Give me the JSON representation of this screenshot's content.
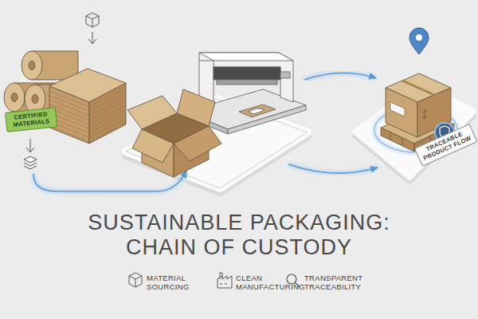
{
  "diagram": {
    "title": "SUSTAINABLE PACKAGING: CHAIN OF CUSTODY",
    "nodes": [
      {
        "text": [
          "CERTIFIED MATERIALS"
        ]
      },
      {
        "text": [
          "TRACEABLE PRODUCT FLOW"
        ]
      }
    ],
    "labels": [
      "MATERIAL SOURCING",
      "CLEAN MANUFACTURING",
      "TRANSPARENT TRACEABILITY"
    ]
  }
}
